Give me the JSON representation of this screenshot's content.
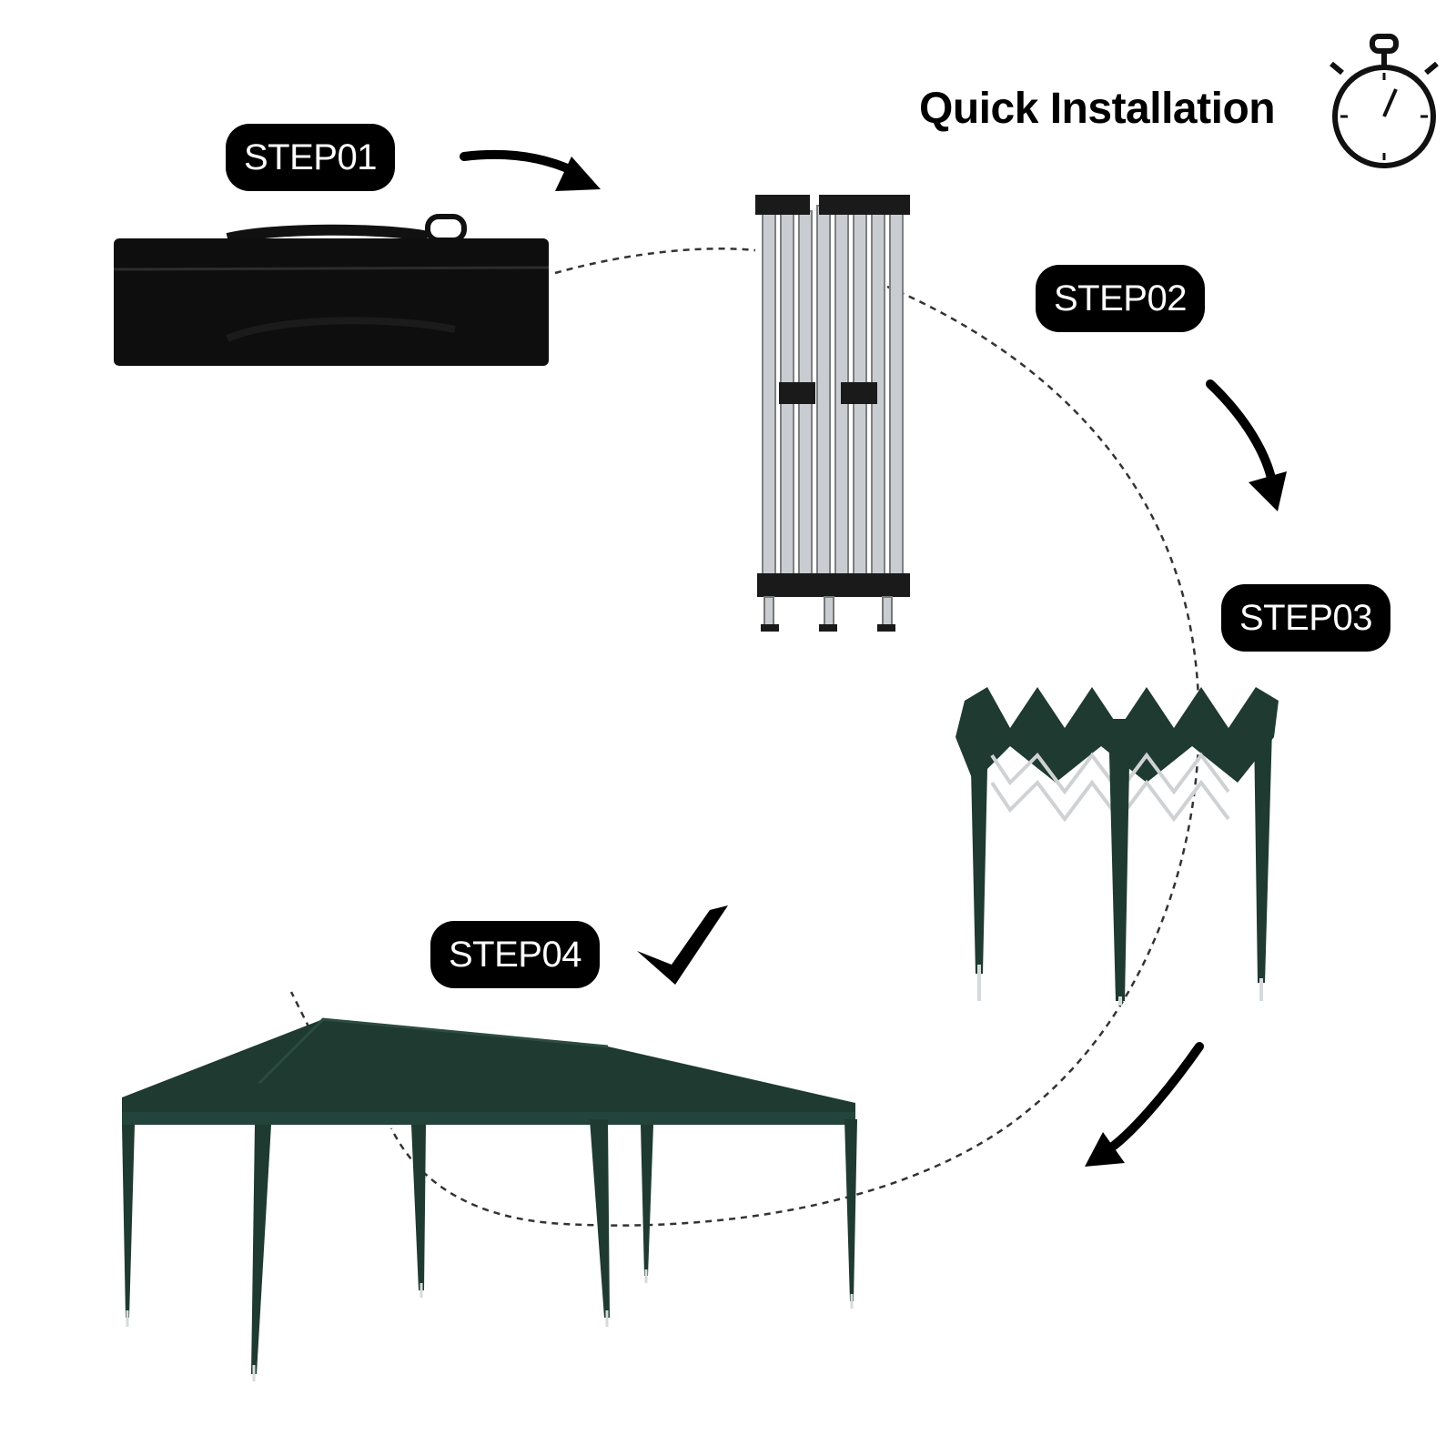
{
  "title": "Quick Installation",
  "steps": [
    "STEP01",
    "STEP02",
    "STEP03",
    "STEP04"
  ],
  "icons": [
    "stopwatch-icon",
    "arrow-icon",
    "checkmark-icon"
  ],
  "colors": {
    "bag": "#0e0e0e",
    "frame": "#c9ccd0",
    "canopy": "#1f3a30",
    "label_bg": "#000000",
    "label_text": "#ffffff"
  }
}
